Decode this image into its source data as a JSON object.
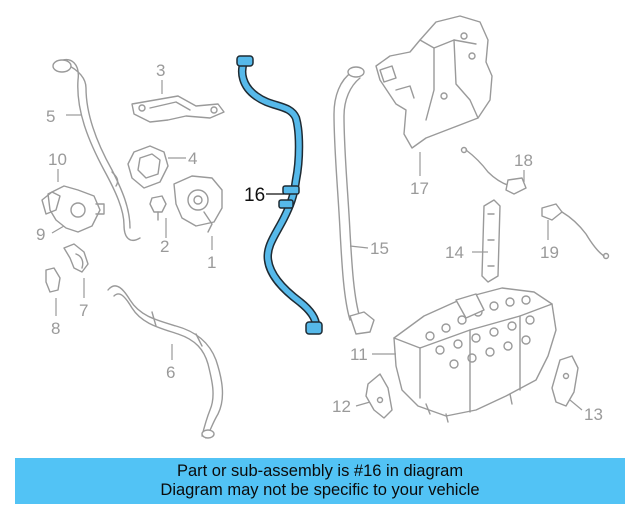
{
  "diagram": {
    "highlight_color": "#56b9ea",
    "highlighted_part": "16",
    "callouts": [
      "1",
      "2",
      "3",
      "4",
      "5",
      "6",
      "7",
      "8",
      "9",
      "10",
      "11",
      "12",
      "13",
      "14",
      "15",
      "16",
      "17",
      "18",
      "19"
    ]
  },
  "banner": {
    "line1": "Part or sub-assembly is #16 in diagram",
    "line2": "Diagram may not be specific to your vehicle",
    "background": "#52c3f5"
  }
}
